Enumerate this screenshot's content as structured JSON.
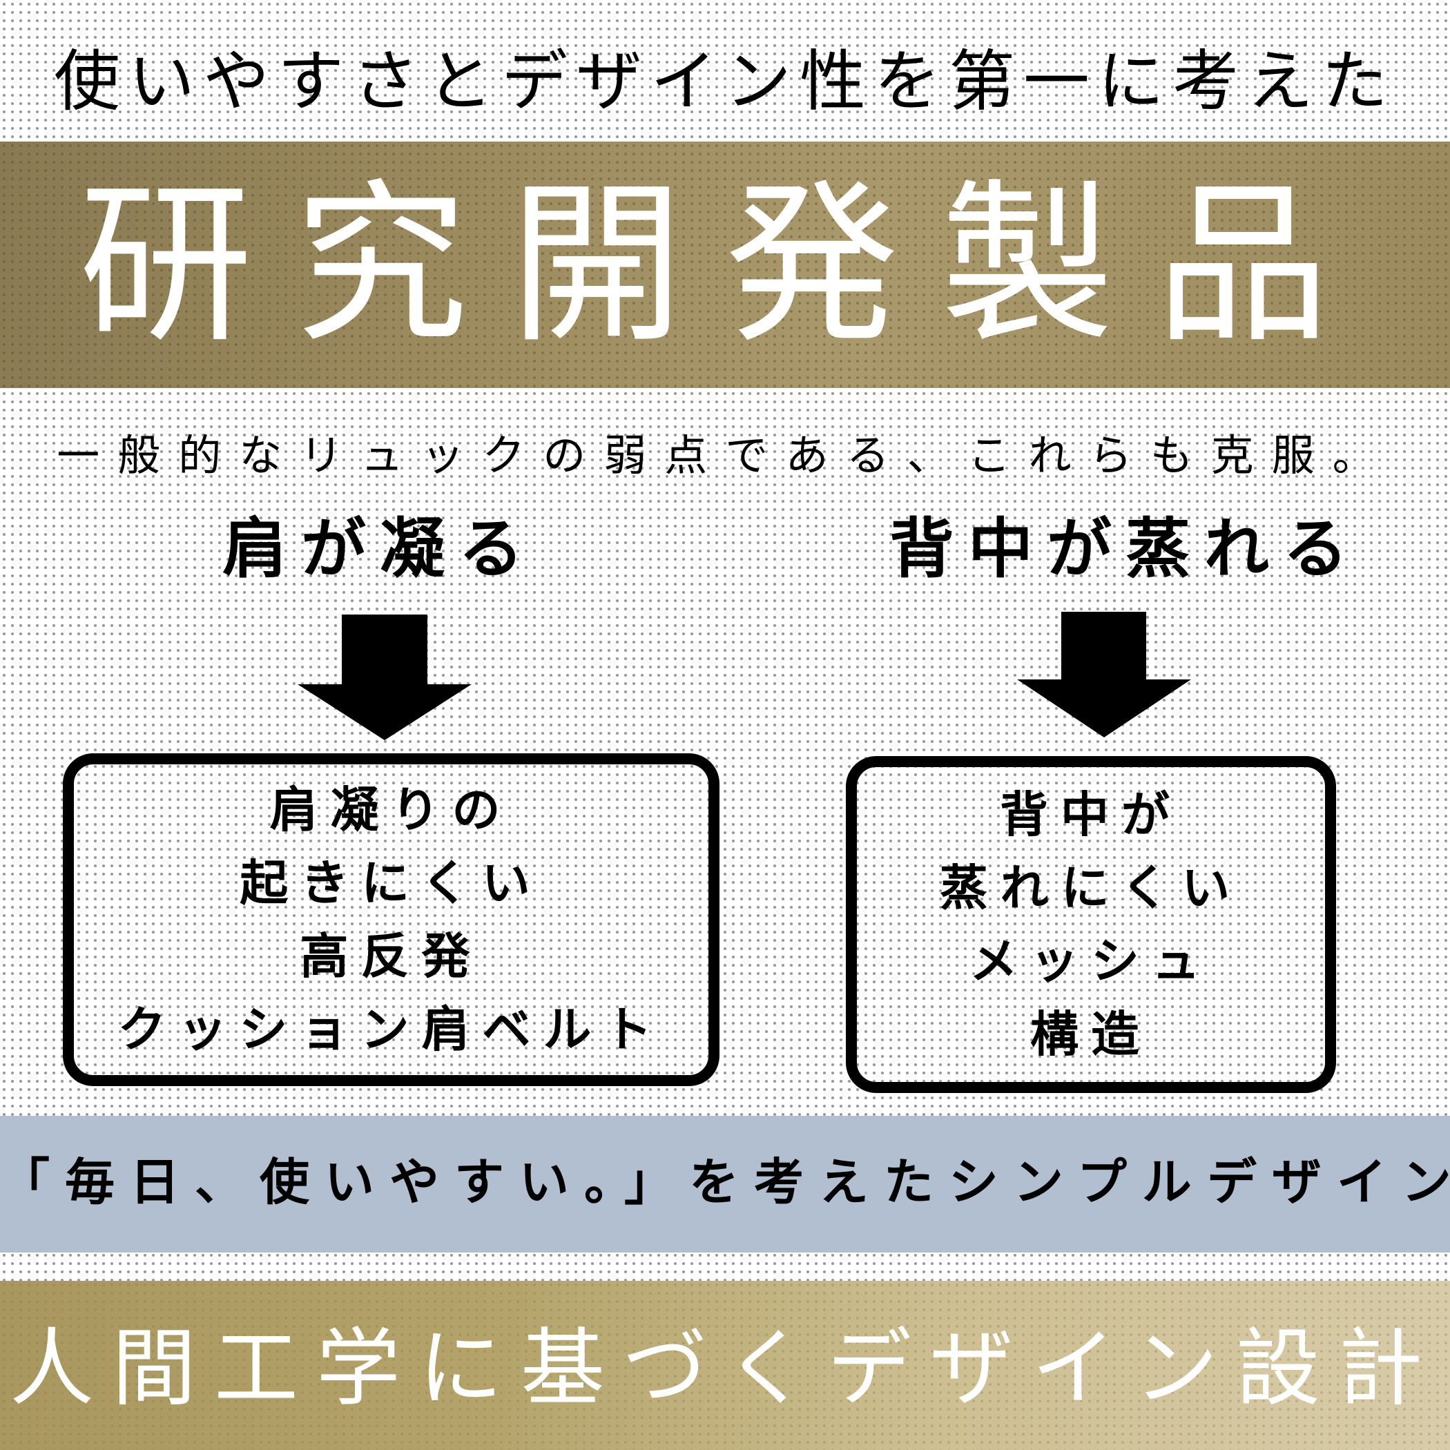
{
  "header": {
    "tagline": "使いやすさとデザイン性を第一に考えた"
  },
  "hero": {
    "title": "研究開発製品"
  },
  "intro": {
    "text": "一般的なリュックの弱点である、これらも克服。"
  },
  "problems": [
    {
      "label": "肩が凝る",
      "solution_lines": [
        "肩凝りの",
        "起きにくい",
        "高反発",
        "クッション肩ベルト"
      ]
    },
    {
      "label": "背中が蒸れる",
      "solution_lines": [
        "背中が",
        "蒸れにくい",
        "メッシュ",
        "構造"
      ]
    }
  ],
  "slogan": {
    "text": "「毎日、使いやすい。」を考えたシンプルデザイン"
  },
  "footer": {
    "text": "人間工学に基づくデザイン設計"
  },
  "colors": {
    "gold": "#a08f62",
    "blue_band": "#b2bfd0",
    "ink": "#000000"
  }
}
